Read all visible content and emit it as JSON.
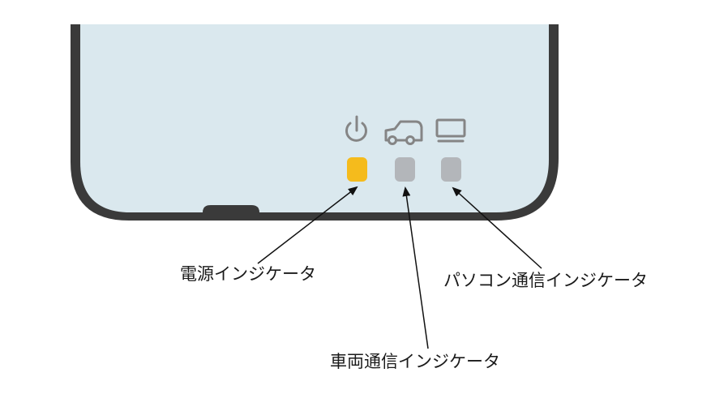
{
  "colors": {
    "device_face": "#dae8ee",
    "device_bezel": "#3a3a3a",
    "icon_stroke": "#858585",
    "power_led_on": "#f5bb1c",
    "led_off": "#b3b6ba",
    "arrow": "#111111"
  },
  "indicators": [
    {
      "icon": "power-icon",
      "state": "on"
    },
    {
      "icon": "car-icon",
      "state": "off"
    },
    {
      "icon": "monitor-icon",
      "state": "off"
    }
  ],
  "labels": {
    "power_indicator": "電源インジケータ",
    "vehicle_comm_indicator": "車両通信インジケータ",
    "pc_comm_indicator": "パソコン通信インジケータ"
  }
}
